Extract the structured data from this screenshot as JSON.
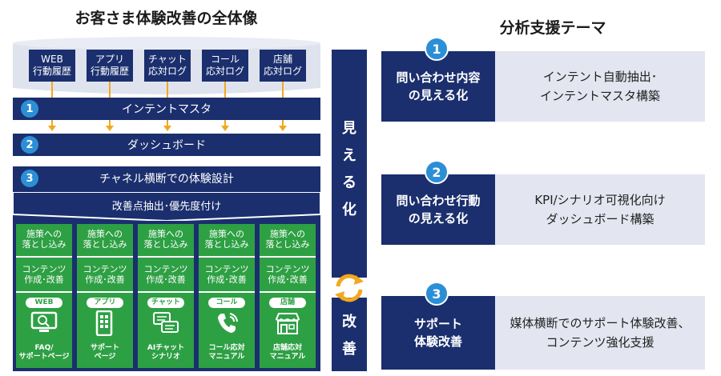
{
  "left_title": "お客さま体験改善の全体像",
  "right_title": "分析支援テーマ",
  "sources": [
    "WEB\n行動履歴",
    "アプリ\n行動履歴",
    "チャット\n応対ログ",
    "コール\n応対ログ",
    "店舗\n応対ログ"
  ],
  "step1": {
    "num": "1",
    "label": "インテントマスタ"
  },
  "step2": {
    "num": "2",
    "label": "ダッシュボード"
  },
  "step3": {
    "num": "3",
    "label": "チャネル横断での体験設計"
  },
  "improve_bar": "改善点抽出･優先度付け",
  "measures_label": "施策への\n落とし込み",
  "contents_label": "コンテンツ\n作成･改善",
  "channels": [
    {
      "tag": "WEB",
      "icon": "monitor-search-icon",
      "label": "FAQ/\nサポートページ"
    },
    {
      "tag": "アプリ",
      "icon": "smartphone-icon",
      "label": "サポート\nページ"
    },
    {
      "tag": "チャット",
      "icon": "chat-bubbles-icon",
      "label": "AIチャット\nシナリオ"
    },
    {
      "tag": "コール",
      "icon": "phone-icon",
      "label": "コール応対\nマニュアル"
    },
    {
      "tag": "店舗",
      "icon": "store-icon",
      "label": "店舗応対\nマニュアル"
    }
  ],
  "vertical_top": [
    "見",
    "え",
    "る",
    "化"
  ],
  "vertical_bottom": [
    "改",
    "善"
  ],
  "themes": [
    {
      "num": "1",
      "left": "問い合わせ内容\nの見える化",
      "right": "インテント自動抽出･\nインテントマスタ構築"
    },
    {
      "num": "2",
      "left": "問い合わせ行動\nの見える化",
      "right": "KPI/シナリオ可視化向け\nダッシュボード構築"
    },
    {
      "num": "3",
      "left": "サポート\n体験改善",
      "right": "媒体横断でのサポート体験改善、\nコンテンツ強化支援"
    }
  ],
  "colors": {
    "navy": "#1b2f6e",
    "green": "#2ea044",
    "blue": "#2c8fd6",
    "orange": "#f2a81d",
    "panel": "#e3e6f0"
  }
}
